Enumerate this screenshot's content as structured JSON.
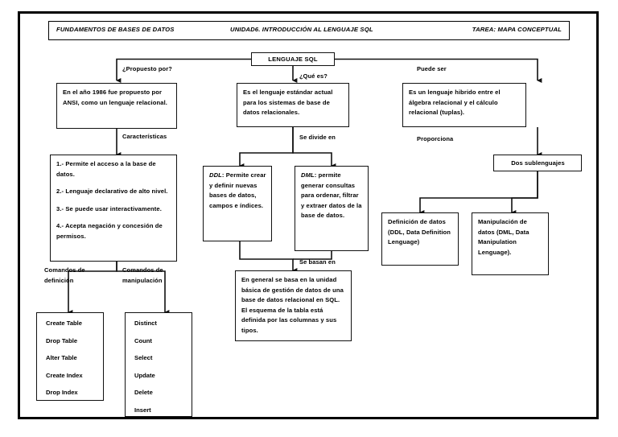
{
  "header": {
    "left": "FUNDAMENTOS DE BASES DE DATOS",
    "middle": "UNIDAD6. INTRODUCCIÓN AL LENGUAJE SQL",
    "right": "TAREA: MAPA CONCEPTUAL"
  },
  "root": {
    "label": "LENGUAJE SQL"
  },
  "edges": {
    "propuesto": "¿Propuesto por?",
    "quees": "¿Qué es?",
    "puedeser": "Puede ser",
    "caracteristicas": "Características",
    "sedivideen": "Se divide en",
    "sebasanen": "Se basan en",
    "proporciona": "Proporciona",
    "comandos_definicion": "Comandos de definición",
    "comandos_manipulacion": "Comandos de manipulación"
  },
  "nodes": {
    "anio": "En el año 1986 fue propuesto por ANSI, como un lenguaje relacional.",
    "caracteristicas": {
      "l1": "1.- Permite el acceso a la base de datos.",
      "l2": "2.- Lenguaje declarativo de alto nivel.",
      "l3": "3.- Se puede usar interactivamente.",
      "l4": "4.- Acepta negación y concesión de permisos."
    },
    "lenguaje_estandar": "Es el lenguaje estándar actual para los sistemas de base de datos relacionales.",
    "ddl": {
      "term": "DDL",
      "text": ": Permite crear y definir nuevas bases de datos, campos e índices."
    },
    "dml": {
      "term": "DML",
      "text": ": permite generar consultas para ordenar, filtrar y extraer datos de la base de datos."
    },
    "general": "En general se basa en la unidad básica de gestión de datos de una base de datos relacional en SQL. El esquema de la tabla está definida por las columnas y sus tipos.",
    "hibrido": "Es un lenguaje hibrido entre el álgebra relacional y el cálculo relacional (tuplas).",
    "dos_sublenguajes": "Dos sublenguajes",
    "definicion_datos": "Definición de datos (DDL, Data Definition Lenguage)",
    "manipulacion_datos": "Manipulación de datos  (DML, Data Manipulation Lenguage)."
  },
  "lists": {
    "definicion": [
      "Create Table",
      "Drop Table",
      "Alter Table",
      "Create Index",
      "Drop Index"
    ],
    "manipulacion": [
      "Distinct",
      "Count",
      "Select",
      "Update",
      "Delete",
      "Insert"
    ]
  },
  "colors": {
    "ink": "#000000",
    "paper": "#ffffff",
    "line": "#111111"
  }
}
